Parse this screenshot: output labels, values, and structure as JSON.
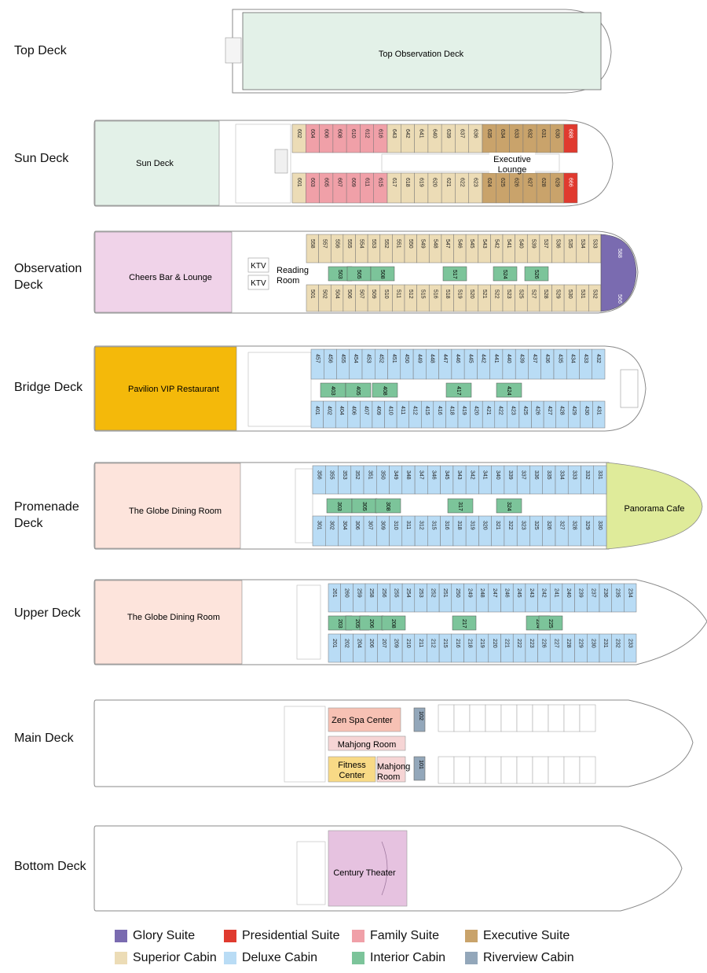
{
  "colors": {
    "glory": "#7a6bb0",
    "presidential": "#e03a2f",
    "family": "#f0a0a8",
    "executive": "#c9a36b",
    "superior": "#ecdcb6",
    "deluxe": "#b9dcf5",
    "interior": "#7cc49a",
    "riverview": "#93a7ba",
    "top_area": "#e3f1e8",
    "bar": "#f0d3e9",
    "vip": "#f4b90a",
    "globe": "#fde4dc",
    "panorama": "#dfeb9a",
    "spa": "#f7c1b4",
    "mahjong": "#f6d5d5",
    "fitness": "#f8da86",
    "theater": "#e6c2e0",
    "hull_stroke": "#8a8a8a"
  },
  "decks": {
    "top": {
      "label": "Top Deck",
      "areas": {
        "observation": "Top Observation Deck"
      }
    },
    "sun": {
      "label": "Sun Deck",
      "areas": {
        "sun_deck": "Sun Deck",
        "executive_lounge": "Executive Lounge"
      },
      "cabins_top": [
        {
          "n": "602",
          "t": "superior"
        },
        {
          "n": "604",
          "t": "family"
        },
        {
          "n": "606",
          "t": "family"
        },
        {
          "n": "608",
          "t": "family"
        },
        {
          "n": "610",
          "t": "family"
        },
        {
          "n": "612",
          "t": "family"
        },
        {
          "n": "616",
          "t": "family"
        },
        {
          "n": "643",
          "t": "superior"
        },
        {
          "n": "642",
          "t": "superior"
        },
        {
          "n": "641",
          "t": "superior"
        },
        {
          "n": "640",
          "t": "superior"
        },
        {
          "n": "639",
          "t": "superior"
        },
        {
          "n": "637",
          "t": "superior"
        },
        {
          "n": "636",
          "t": "superior"
        },
        {
          "n": "635",
          "t": "executive"
        },
        {
          "n": "634",
          "t": "executive"
        },
        {
          "n": "633",
          "t": "executive"
        },
        {
          "n": "632",
          "t": "executive"
        },
        {
          "n": "631",
          "t": "executive"
        },
        {
          "n": "630",
          "t": "executive"
        },
        {
          "n": "688",
          "t": "presidential"
        }
      ],
      "cabins_bottom": [
        {
          "n": "601",
          "t": "superior"
        },
        {
          "n": "603",
          "t": "family"
        },
        {
          "n": "605",
          "t": "family"
        },
        {
          "n": "607",
          "t": "family"
        },
        {
          "n": "609",
          "t": "family"
        },
        {
          "n": "611",
          "t": "family"
        },
        {
          "n": "615",
          "t": "family"
        },
        {
          "n": "617",
          "t": "superior"
        },
        {
          "n": "618",
          "t": "superior"
        },
        {
          "n": "619",
          "t": "superior"
        },
        {
          "n": "620",
          "t": "superior"
        },
        {
          "n": "621",
          "t": "superior"
        },
        {
          "n": "622",
          "t": "superior"
        },
        {
          "n": "623",
          "t": "superior"
        },
        {
          "n": "624",
          "t": "executive"
        },
        {
          "n": "625",
          "t": "executive"
        },
        {
          "n": "626",
          "t": "executive"
        },
        {
          "n": "627",
          "t": "executive"
        },
        {
          "n": "628",
          "t": "executive"
        },
        {
          "n": "629",
          "t": "executive"
        },
        {
          "n": "666",
          "t": "presidential"
        }
      ]
    },
    "observation": {
      "label": "Observation Deck",
      "areas": {
        "bar": "Cheers Bar & Lounge",
        "ktv": "KTV",
        "reading": "Reading Room"
      },
      "cabins_top": [
        "558",
        "557",
        "556",
        "555",
        "554",
        "553",
        "552",
        "551",
        "550",
        "549",
        "548",
        "547",
        "546",
        "545",
        "543",
        "542",
        "541",
        "540",
        "539",
        "537",
        "536",
        "535",
        "534",
        "533"
      ],
      "cabins_mid": [
        "503",
        "505",
        "508",
        "517",
        "524",
        "526"
      ],
      "cabins_bottom": [
        "501",
        "502",
        "504",
        "506",
        "507",
        "509",
        "510",
        "511",
        "512",
        "515",
        "516",
        "518",
        "519",
        "520",
        "521",
        "522",
        "523",
        "525",
        "527",
        "528",
        "529",
        "530",
        "531",
        "532"
      ],
      "suite": {
        "n": "588",
        "alt": "566",
        "t": "glory"
      }
    },
    "bridge": {
      "label": "Bridge Deck",
      "areas": {
        "vip": "Pavilion VIP Restaurant"
      },
      "cabins_top": [
        "457",
        "456",
        "455",
        "454",
        "453",
        "452",
        "451",
        "450",
        "449",
        "448",
        "447",
        "446",
        "445",
        "442",
        "441",
        "440",
        "439",
        "437",
        "436",
        "435",
        "434",
        "433",
        "432"
      ],
      "cabins_mid": [
        "403",
        "405",
        "408",
        "417",
        "424"
      ],
      "cabins_bottom": [
        "401",
        "402",
        "404",
        "406",
        "407",
        "409",
        "410",
        "411",
        "412",
        "415",
        "416",
        "418",
        "419",
        "420",
        "421",
        "422",
        "423",
        "425",
        "426",
        "427",
        "428",
        "429",
        "430",
        "431"
      ]
    },
    "promenade": {
      "label": "Promenade Deck",
      "areas": {
        "globe": "The Globe Dining Room",
        "panorama": "Panorama Cafe"
      },
      "cabins_top": [
        "356",
        "355",
        "353",
        "352",
        "351",
        "350",
        "349",
        "348",
        "347",
        "346",
        "345",
        "343",
        "342",
        "341",
        "340",
        "339",
        "337",
        "336",
        "335",
        "334",
        "333",
        "332",
        "331"
      ],
      "cabins_mid": [
        "303",
        "305",
        "308",
        "317",
        "324"
      ],
      "cabins_bottom": [
        "301",
        "302",
        "304",
        "306",
        "307",
        "309",
        "310",
        "311",
        "312",
        "315",
        "316",
        "318",
        "319",
        "320",
        "321",
        "322",
        "323",
        "325",
        "326",
        "327",
        "328",
        "329",
        "330"
      ]
    },
    "upper": {
      "label": "Upper Deck",
      "areas": {
        "globe": "The Globe Dining Room"
      },
      "cabins_top": [
        "261",
        "260",
        "259",
        "258",
        "256",
        "255",
        "254",
        "253",
        "252",
        "251",
        "250",
        "249",
        "248",
        "247",
        "246",
        "245",
        "243",
        "242",
        "241",
        "240",
        "239",
        "237",
        "236",
        "235",
        "234"
      ],
      "cabins_mid": [
        "203",
        "205",
        "206",
        "208",
        "217",
        "224",
        "225"
      ],
      "cabins_bottom": [
        "201",
        "202",
        "204",
        "206",
        "207",
        "209",
        "210",
        "211",
        "212",
        "215",
        "216",
        "218",
        "219",
        "220",
        "221",
        "222",
        "223",
        "226",
        "227",
        "228",
        "229",
        "230",
        "231",
        "232",
        "233"
      ]
    },
    "main": {
      "label": "Main Deck",
      "areas": {
        "spa": "Zen Spa Center",
        "mahjong1": "Mahjong Room",
        "fitness": "Fitness Center",
        "mahjong2": "Mahjong Room"
      },
      "cabins": [
        {
          "n": "102",
          "t": "riverview"
        },
        {
          "n": "101",
          "t": "riverview"
        }
      ]
    },
    "bottom": {
      "label": "Bottom Deck",
      "areas": {
        "theater": "Century Theater"
      }
    }
  },
  "legend": [
    {
      "key": "glory",
      "label": "Glory Suite"
    },
    {
      "key": "presidential",
      "label": "Presidential Suite"
    },
    {
      "key": "family",
      "label": "Family Suite"
    },
    {
      "key": "executive",
      "label": "Executive Suite"
    },
    {
      "key": "superior",
      "label": "Superior Cabin"
    },
    {
      "key": "deluxe",
      "label": "Deluxe Cabin"
    },
    {
      "key": "interior",
      "label": "Interior Cabin"
    },
    {
      "key": "riverview",
      "label": "Riverview Cabin"
    }
  ]
}
